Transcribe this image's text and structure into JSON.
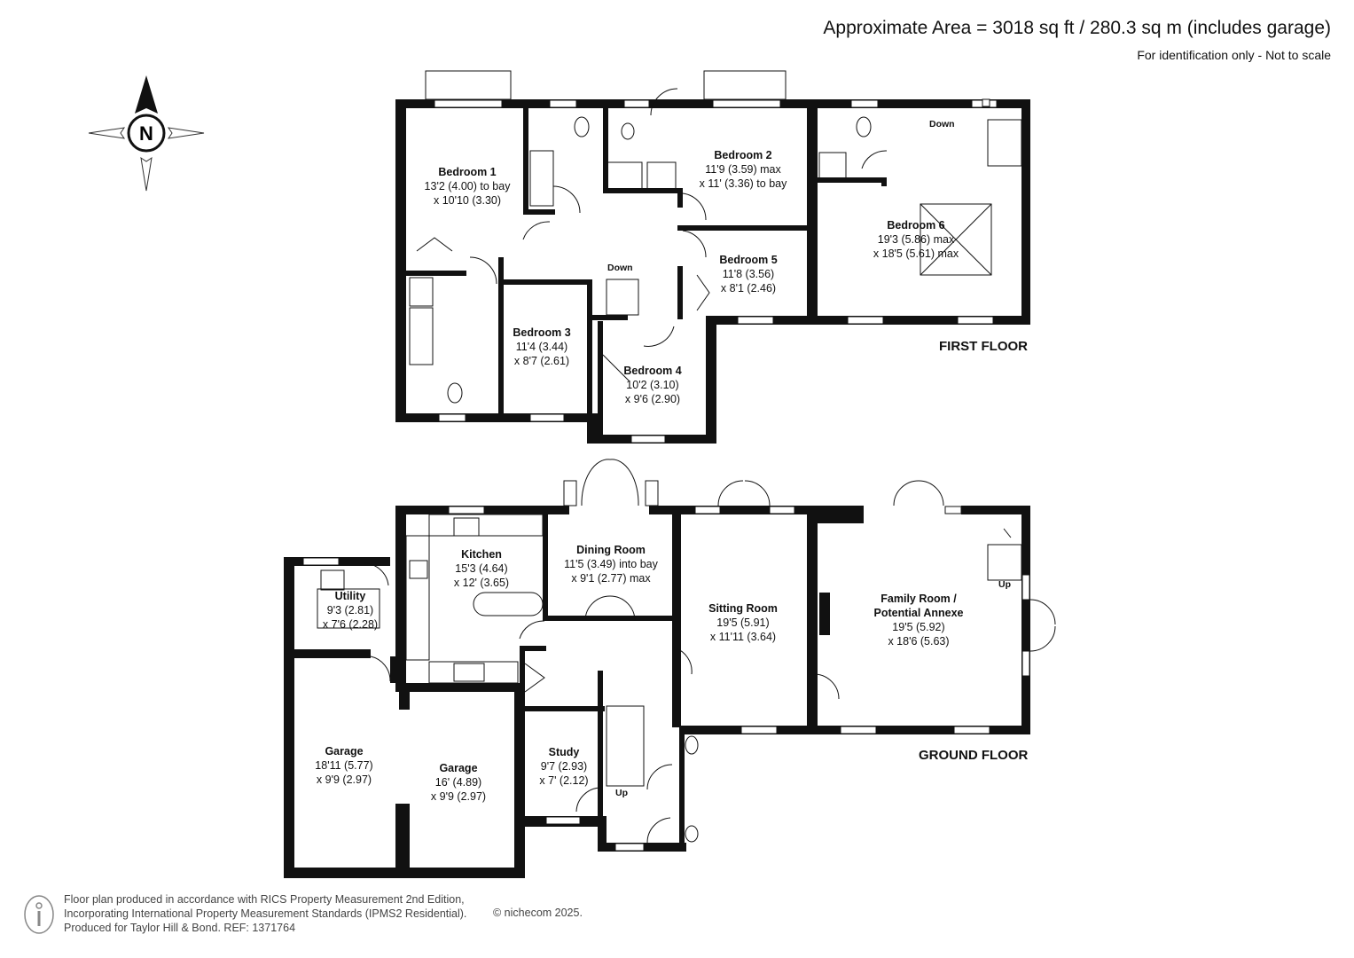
{
  "header": {
    "area": "Approximate Area = 3018 sq ft / 280.3 sq m (includes garage)",
    "identification": "For identification only - Not to scale"
  },
  "compass": {
    "label": "N"
  },
  "first_floor": {
    "title": "FIRST FLOOR",
    "rooms": [
      {
        "name": "Bedroom 1",
        "dim1": "13'2 (4.00) to bay",
        "dim2": "x 10'10 (3.30)"
      },
      {
        "name": "Bedroom 2",
        "dim1": "11'9 (3.59) max",
        "dim2": "x 11' (3.36) to bay"
      },
      {
        "name": "Bedroom 3",
        "dim1": "11'4 (3.44)",
        "dim2": "x 8'7 (2.61)"
      },
      {
        "name": "Bedroom 4",
        "dim1": "10'2 (3.10)",
        "dim2": "x 9'6 (2.90)"
      },
      {
        "name": "Bedroom 5",
        "dim1": "11'8 (3.56)",
        "dim2": "x 8'1 (2.46)"
      },
      {
        "name": "Bedroom 6",
        "dim1": "19'3 (5.86) max",
        "dim2": "x 18'5 (5.61) max"
      }
    ],
    "stairs": [
      "Down",
      "Down"
    ]
  },
  "ground_floor": {
    "title": "GROUND FLOOR",
    "rooms": [
      {
        "name": "Kitchen",
        "dim1": "15'3 (4.64)",
        "dim2": "x 12' (3.65)"
      },
      {
        "name": "Dining Room",
        "dim1": "11'5 (3.49) into bay",
        "dim2": "x 9'1 (2.77) max"
      },
      {
        "name": "Utility",
        "dim1": "9'3 (2.81)",
        "dim2": "x 7'6 (2.28)"
      },
      {
        "name": "Sitting Room",
        "dim1": "19'5 (5.91)",
        "dim2": "x 11'11 (3.64)"
      },
      {
        "name": "Family Room /",
        "name2": "Potential Annexe",
        "dim1": "19'5 (5.92)",
        "dim2": "x 18'6 (5.63)"
      },
      {
        "name": "Garage",
        "dim1": "18'11 (5.77)",
        "dim2": "x 9'9 (2.97)"
      },
      {
        "name": "Garage",
        "dim1": "16' (4.89)",
        "dim2": "x 9'9 (2.97)"
      },
      {
        "name": "Study",
        "dim1": "9'7 (2.93)",
        "dim2": "x 7' (2.12)"
      }
    ],
    "stairs": [
      "Up",
      "Up"
    ]
  },
  "footer": {
    "line1": "Floor plan produced in accordance with RICS Property Measurement 2nd Edition,",
    "line2": "Incorporating International Property Measurement Standards (IPMS2 Residential).",
    "line3": "Produced for Taylor Hill & Bond.   REF: 1371764",
    "copyright": "© nichecom 2025."
  }
}
